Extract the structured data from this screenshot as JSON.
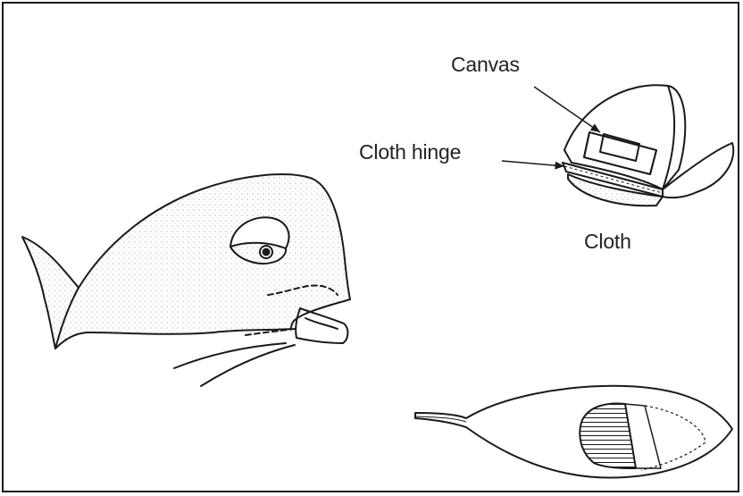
{
  "labels": {
    "canvas": "Canvas",
    "cloth_hinge": "Cloth hinge",
    "cloth": "Cloth"
  },
  "colors": {
    "line": "#1a1a1a",
    "stipple": "#9a9a9a",
    "background": "#ffffff"
  }
}
